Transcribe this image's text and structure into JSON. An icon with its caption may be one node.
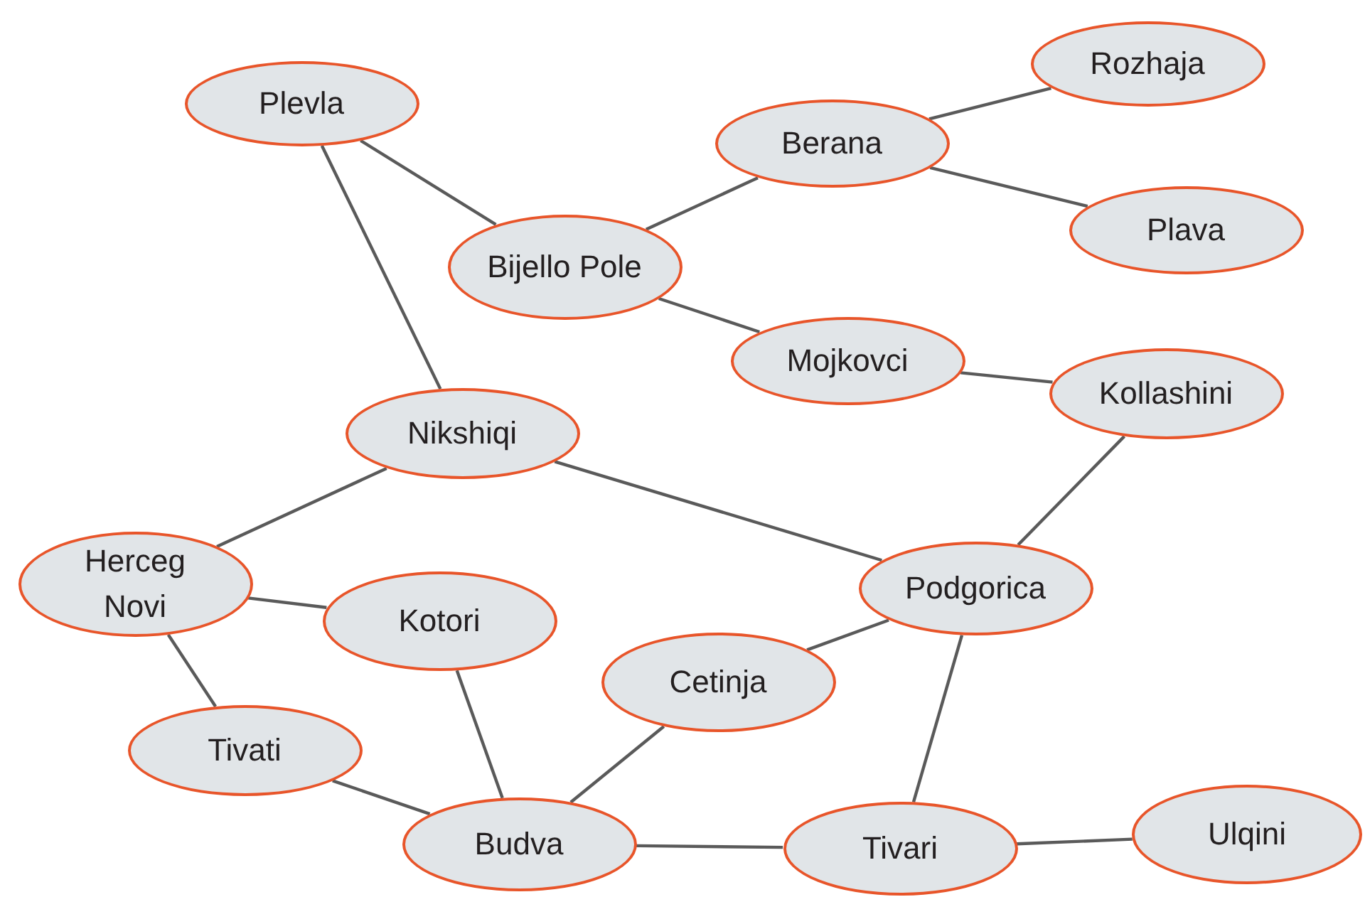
{
  "diagram": {
    "nodes": [
      {
        "text": [
          "Plevla"
        ]
      },
      {
        "text": [
          "Bijello Pole"
        ]
      },
      {
        "text": [
          "Berana"
        ]
      },
      {
        "text": [
          "Rozhaja"
        ]
      },
      {
        "text": [
          "Plava"
        ]
      },
      {
        "text": [
          "Mojkovci"
        ]
      },
      {
        "text": [
          "Kollashini"
        ]
      },
      {
        "text": [
          "Nikshiqi"
        ]
      },
      {
        "text": [
          "Podgorica"
        ]
      },
      {
        "text": [
          "Herceg Novi"
        ]
      },
      {
        "text": [
          "Kotori"
        ]
      },
      {
        "text": [
          "Cetinja"
        ]
      },
      {
        "text": [
          "Tivati"
        ]
      },
      {
        "text": [
          "Budva"
        ]
      },
      {
        "text": [
          "Tivari"
        ]
      },
      {
        "text": [
          "Ulqini"
        ]
      }
    ],
    "edges": [
      {
        "from": 0,
        "to": 1,
        "arrow": "none"
      },
      {
        "from": 0,
        "to": 7,
        "arrow": "none"
      },
      {
        "from": 1,
        "to": 2,
        "arrow": "none"
      },
      {
        "from": 2,
        "to": 3,
        "arrow": "none"
      },
      {
        "from": 2,
        "to": 4,
        "arrow": "none"
      },
      {
        "from": 1,
        "to": 5,
        "arrow": "none"
      },
      {
        "from": 5,
        "to": 6,
        "arrow": "none"
      },
      {
        "from": 6,
        "to": 8,
        "arrow": "none"
      },
      {
        "from": 7,
        "to": 8,
        "arrow": "none"
      },
      {
        "from": 7,
        "to": 9,
        "arrow": "none"
      },
      {
        "from": 9,
        "to": 10,
        "arrow": "none"
      },
      {
        "from": 9,
        "to": 12,
        "arrow": "none"
      },
      {
        "from": 12,
        "to": 13,
        "arrow": "none"
      },
      {
        "from": 10,
        "to": 13,
        "arrow": "none"
      },
      {
        "from": 13,
        "to": 11,
        "arrow": "none"
      },
      {
        "from": 11,
        "to": 8,
        "arrow": "none"
      },
      {
        "from": 8,
        "to": 14,
        "arrow": "none"
      },
      {
        "from": 13,
        "to": 14,
        "arrow": "none"
      },
      {
        "from": 14,
        "to": 15,
        "arrow": "none"
      }
    ]
  }
}
